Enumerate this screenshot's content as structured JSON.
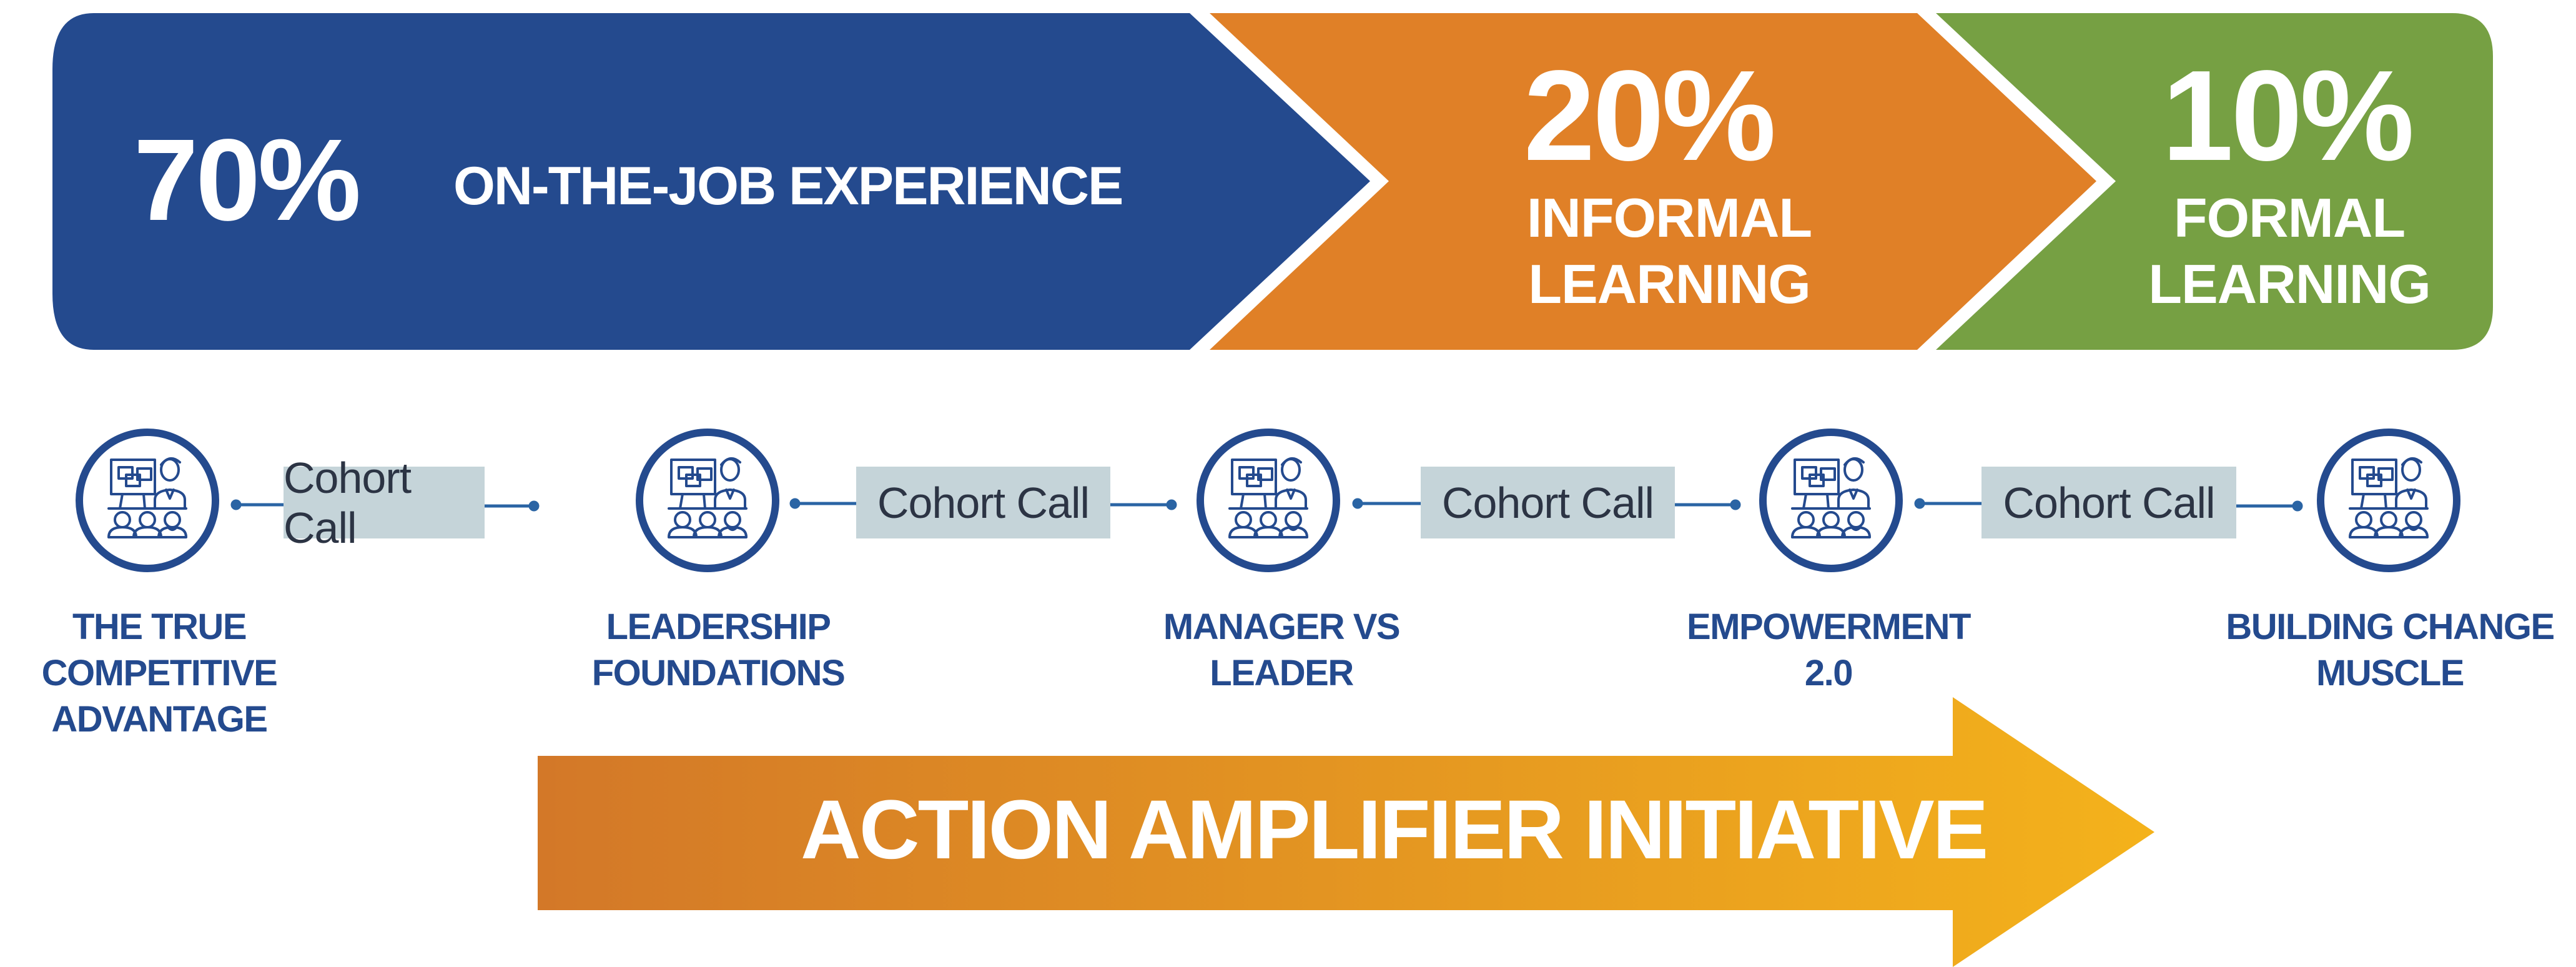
{
  "colors": {
    "blue": "#244a8e",
    "orange": "#e08027",
    "green": "#76a043",
    "cohort_bg": "#c5d4d9",
    "cohort_text": "#2c3444",
    "connector": "#2a64a4",
    "arrow_gradient_start": "#d37828",
    "arrow_gradient_end": "#f4b21b"
  },
  "banner": {
    "segments": [
      {
        "percent": "70%",
        "label": "ON-THE-JOB EXPERIENCE"
      },
      {
        "percent": "20%",
        "label_line1": "INFORMAL",
        "label_line2": "LEARNING"
      },
      {
        "percent": "10%",
        "label_line1": "FORMAL",
        "label_line2": "LEARNING"
      }
    ]
  },
  "timeline": {
    "icon": "presenter-classroom-icon",
    "milestones": [
      {
        "lines": [
          "THE TRUE",
          "COMPETITIVE",
          "ADVANTAGE"
        ]
      },
      {
        "lines": [
          "LEADERSHIP",
          "FOUNDATIONS"
        ]
      },
      {
        "lines": [
          "MANAGER VS",
          "LEADER"
        ]
      },
      {
        "lines": [
          "EMPOWERMENT",
          "2.0"
        ]
      },
      {
        "lines": [
          "BUILDING CHANGE",
          "MUSCLE"
        ]
      }
    ],
    "connectors": [
      {
        "label": "Cohort Call"
      },
      {
        "label": "Cohort Call"
      },
      {
        "label": "Cohort Call"
      },
      {
        "label": "Cohort Call"
      }
    ]
  },
  "initiative_arrow": {
    "label": "ACTION AMPLIFIER INITIATIVE"
  }
}
